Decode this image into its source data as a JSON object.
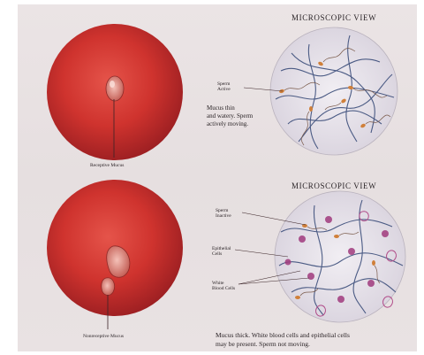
{
  "top": {
    "heading": "MICROSCOPIC VIEW",
    "sperm_label_1": "Sperm",
    "sperm_label_2": "Active",
    "note_1": "Mucus thin",
    "note_2": "and watery. Sperm",
    "note_3": "actively moving.",
    "circle_caption": "Receptive Mucus"
  },
  "bottom": {
    "heading": "MICROSCOPIC VIEW",
    "sperm_label_1": "Sperm",
    "sperm_label_2": "Inactive",
    "epithelial_label_1": "Epithelial",
    "epithelial_label_2": "Cells",
    "white_label_1": "White",
    "white_label_2": "Blood Cells",
    "circle_caption": "Nonreceptive Mucus",
    "note_1": "Mucus thick. White blood cells and epithelial cells",
    "note_2": "may be present. Sperm not moving."
  },
  "colors": {
    "background": "#e9e2e3",
    "cervix_red": "#c8302c",
    "microscope_fill": "#e8e4ec",
    "fiber": "#3b4d7a",
    "sperm_head": "#d0803a",
    "cell_purple": "#a03a7c"
  }
}
